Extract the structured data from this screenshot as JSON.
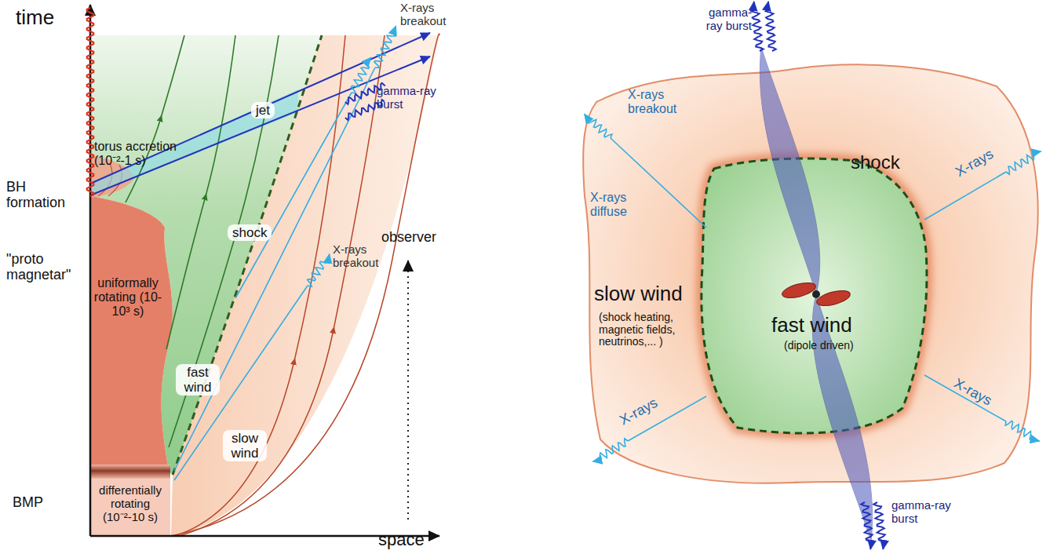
{
  "diagram": {
    "nodes": [
      {
        "text": [
          "uniformally rotating (10-10³ s)"
        ]
      },
      {
        "text": [
          "differentially rotating (10⁻²-10 s)"
        ]
      },
      {
        "text": [
          "torus accretion (10⁻²-1 s)"
        ]
      },
      {
        "text": [
          "slow wind",
          "(shock heating, magnetic fields, neutrinos,... )"
        ]
      },
      {
        "text": [
          "fast wind",
          "(dipole driven)"
        ],
        "in": 3
      }
    ],
    "labels": [
      "time",
      "BH formation",
      "\"proto magnetar\"",
      "BMP",
      "space",
      "jet",
      "shock",
      "fast wind",
      "slow wind",
      "observer",
      "X-rays breakout",
      "gamma-ray burst",
      "X-rays breakout",
      "gamma-ray burst",
      "gamma-ray burst",
      "X-rays breakout",
      "shock",
      "X-rays diffuse",
      "X-rays",
      "X-rays",
      "X-rays"
    ]
  }
}
